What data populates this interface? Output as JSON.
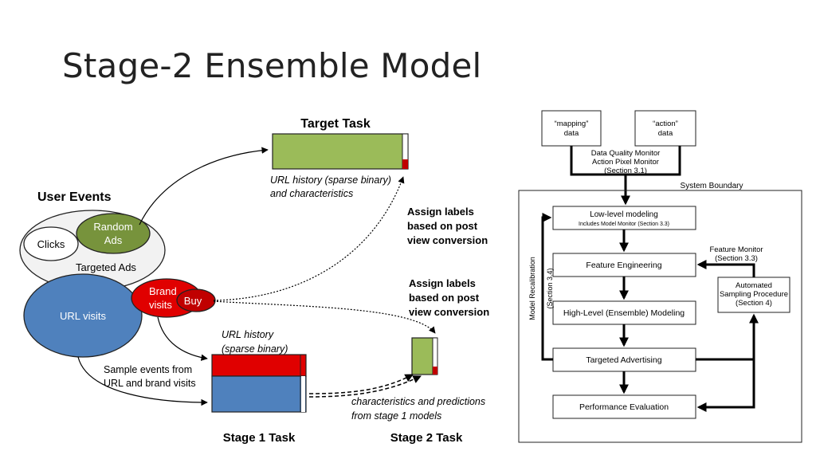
{
  "slide": {
    "title": "Stage-2 Ensemble Model"
  },
  "left": {
    "target_task": "Target Task",
    "target_desc_1": "URL history (sparse binary)",
    "target_desc_2": "and characteristics",
    "user_events": "User Events",
    "random_ads_1": "Random",
    "random_ads_2": "Ads",
    "clicks": "Clicks",
    "targeted_ads": "Targeted Ads",
    "url_visits": "URL visits",
    "brand_1": "Brand",
    "brand_2": "visits",
    "buy": "Buy",
    "assign_1_l1": "Assign labels",
    "assign_1_l2": "based on post",
    "assign_1_l3": "view conversion",
    "assign_2_l1": "Assign labels",
    "assign_2_l2": "based on post",
    "assign_2_l3": "view conversion",
    "stage1_desc_1": "URL history",
    "stage1_desc_2": "(sparse binary)",
    "sample_1": "Sample events from",
    "sample_2": "URL and brand visits",
    "stage2_desc_1": "characteristics and predictions",
    "stage2_desc_2": "from stage 1 models",
    "stage1_task": "Stage 1 Task",
    "stage2_task": "Stage 2 Task",
    "colors": {
      "green": "#9bbb59",
      "dark_green": "#6b8e34",
      "red": "#e00000",
      "blue": "#4f81bd",
      "gray_fill": "#f2f2f2"
    }
  },
  "right": {
    "mapping_1": "“mapping”",
    "mapping_2": "data",
    "action_1": "“action”",
    "action_2": "data",
    "dq_1": "Data Quality Monitor",
    "dq_2": "Action Pixel Monitor",
    "dq_3": "(Section 3.1)",
    "system_boundary": "System Boundary",
    "low_level": "Low-level modeling",
    "low_level_sub": "Includes Model Monitor (Section 3.3)",
    "feature_eng": "Feature Engineering",
    "high_level": "High-Level (Ensemble) Modeling",
    "targeted_adv": "Targeted Advertising",
    "perf_eval": "Performance Evaluation",
    "feature_monitor_1": "Feature Monitor",
    "feature_monitor_2": "(Section 3.3)",
    "auto_1": "Automated",
    "auto_2": "Sampling Procedure",
    "auto_3": "(Section 4)",
    "recal_1": "Model Recalibration",
    "recal_2": "(Section 3.4)"
  }
}
